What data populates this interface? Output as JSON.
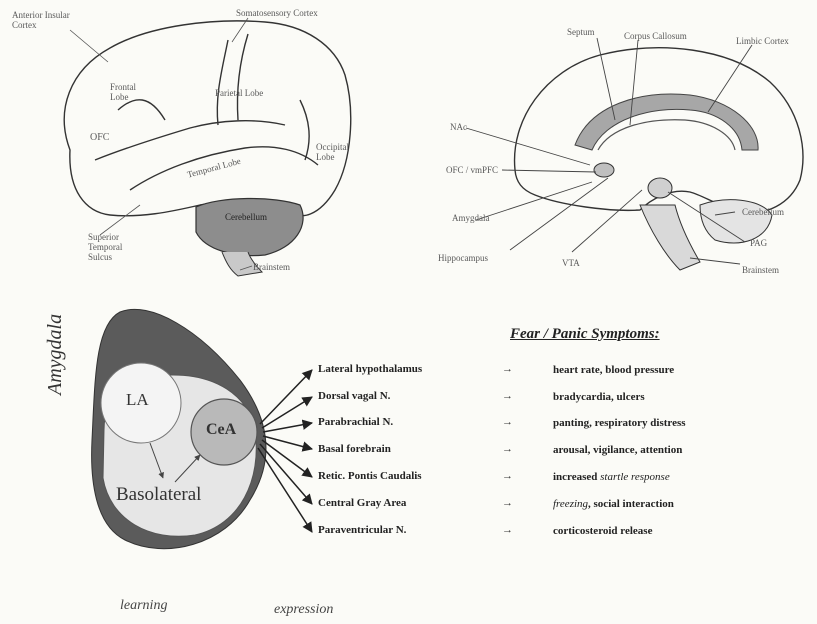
{
  "lateral_brain": {
    "labels": {
      "anterior_insular_cortex": "Anterior Insular Cortex",
      "somatosensory_cortex": "Somatosensory Cortex",
      "frontal_lobe": "Frontal Lobe",
      "parietal_lobe": "Parietal Lobe",
      "ofc": "OFC",
      "occipital_lobe": "Occipital Lobe",
      "temporal_lobe": "Temporal Lobe",
      "cerebellum": "Cerebellum",
      "superior_temporal_sulcus": "Superior Temporal Sulcus",
      "brainstem": "Brainstem"
    }
  },
  "medial_brain": {
    "labels": {
      "septum": "Septum",
      "corpus_callosum": "Corpus Callosum",
      "limbic_cortex": "Limbic Cortex",
      "nac": "NAc",
      "ofc_vmpfc": "OFC / vmPFC",
      "amygdala": "Amygdala",
      "cerebellum": "Cerebellum",
      "pag": "PAG",
      "hippocampus": "Hippocampus",
      "vta": "VTA",
      "brainstem": "Brainstem"
    }
  },
  "amygdala_diagram": {
    "side_label": "Amygdala",
    "la": "LA",
    "cea": "CeA",
    "basolateral": "Basolateral",
    "learning": "learning",
    "expression": "expression",
    "colors": {
      "outer": "#5b5b5b",
      "inner": "#e6e6e6",
      "cea": "#b9b9b9"
    }
  },
  "symptoms": {
    "title": "Fear / Panic Symptoms:",
    "arrow": "→",
    "rows": [
      {
        "target": "Lateral hypothalamus",
        "symptom": "heart rate, blood pressure"
      },
      {
        "target": "Dorsal vagal N.",
        "symptom": "bradycardia, ulcers"
      },
      {
        "target": "Parabrachial N.",
        "symptom": "panting, respiratory distress"
      },
      {
        "target": "Basal forebrain",
        "symptom": "arousal, vigilance, attention"
      },
      {
        "target": "Retic. Pontis Caudalis",
        "symptom_prefix": "increased",
        "symptom_italic": "startle response"
      },
      {
        "target": "Central Gray Area",
        "symptom_italic": "freezing",
        "symptom_suffix": ", social interaction"
      },
      {
        "target": "Paraventricular N.",
        "symptom": "corticosteroid release"
      }
    ]
  }
}
